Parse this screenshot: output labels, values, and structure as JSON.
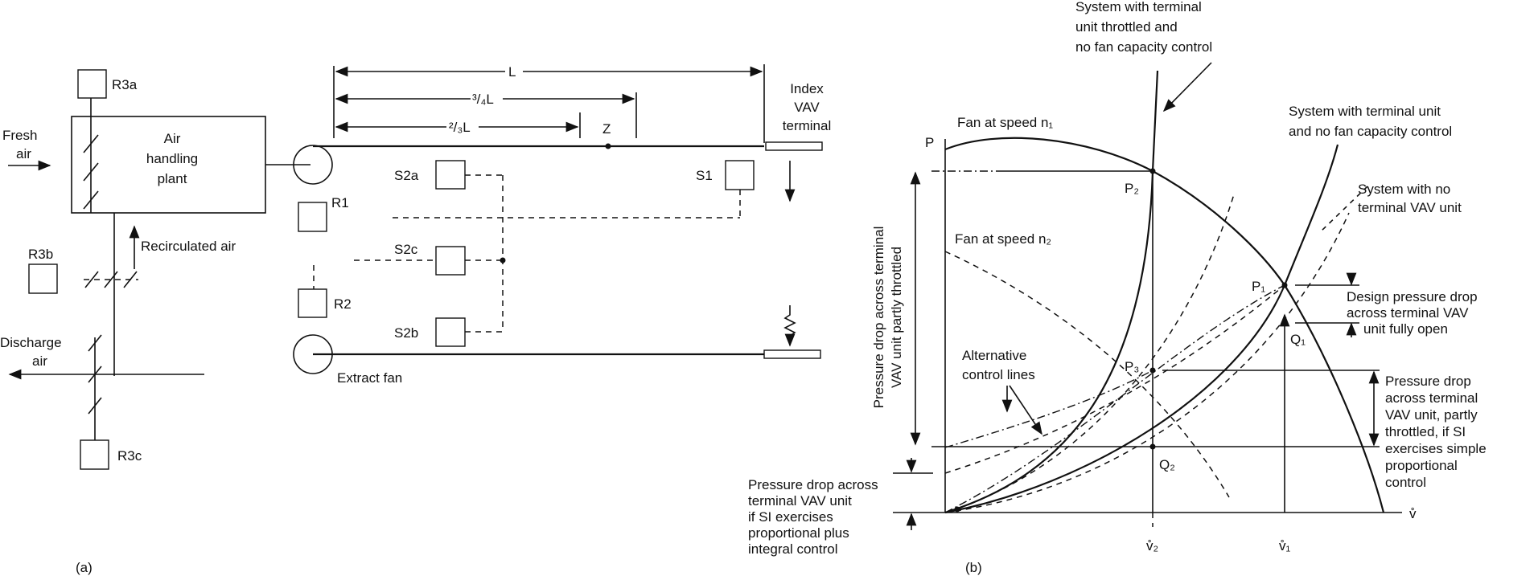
{
  "panel_a": {
    "caption": "(a)",
    "r3a": "R3a",
    "r3b": "R3b",
    "r3c": "R3c",
    "r1": "R1",
    "r2": "R2",
    "s1": "S1",
    "s2a": "S2a",
    "s2b": "S2b",
    "s2c": "S2c",
    "fresh_air": [
      "Fresh",
      "air"
    ],
    "ahu": [
      "Air",
      "handling",
      "plant"
    ],
    "recirculated_air": "Recirculated air",
    "discharge_air": [
      "Discharge",
      "air"
    ],
    "extract_fan": "Extract fan",
    "index_terminal": [
      "Index",
      "VAV",
      "terminal"
    ],
    "dim_L": "L",
    "dim_three_quarter": "³/₄L",
    "dim_two_thirds": "²/₃L",
    "point_z": "Z"
  },
  "panel_b": {
    "caption": "(b)",
    "axis_p": "P",
    "axis_v": "v̊",
    "v1": "v̊₁",
    "v2": "v̊₂",
    "p1": "P₁",
    "p2": "P₂",
    "p3": "P₃",
    "q1": "Q₁",
    "q2": "Q₂",
    "fan_n1": "Fan at speed n₁",
    "fan_n2": "Fan at speed n₂",
    "sys_throttled": [
      "System with terminal",
      "unit throttled and",
      "no fan capacity control"
    ],
    "sys_terminal": [
      "System with terminal unit",
      "and no fan capacity control"
    ],
    "sys_no_terminal": [
      "System with no",
      "terminal VAV unit"
    ],
    "design_drop": [
      "Design pressure drop",
      "across terminal VAV",
      "unit fully open"
    ],
    "partly_throttled_drop": [
      "Pressure drop",
      "across terminal",
      "VAV unit, partly",
      "throttled, if SI",
      "exercises simple",
      "proportional",
      "control"
    ],
    "left_vertical": [
      "Pressure drop across terminal",
      "VAV unit partly throttled"
    ],
    "pi_drop": [
      "Pressure drop across",
      "terminal VAV unit",
      "if SI exercises",
      "proportional plus",
      "integral control"
    ],
    "alt_control": [
      "Alternative",
      "control lines"
    ]
  }
}
